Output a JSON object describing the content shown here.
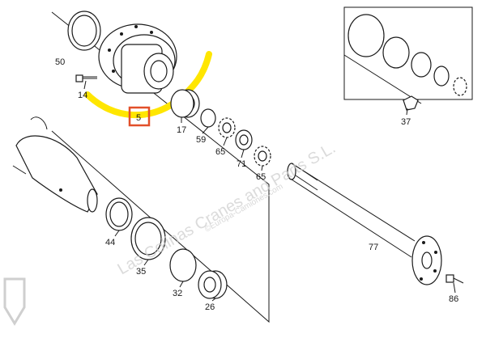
{
  "diagram": {
    "callouts": {
      "p50": "50",
      "p14": "14",
      "p5": "5",
      "p17": "17",
      "p59": "59",
      "p65a": "65",
      "p71": "71",
      "p65b": "65",
      "p37": "37",
      "p44": "44",
      "p35": "35",
      "p32": "32",
      "p26": "26",
      "p77": "77",
      "p86": "86"
    },
    "watermark": {
      "main": "Las Colinas Cranes and Parts S.L.",
      "sub": "©Europa-Camiones.com"
    },
    "colors": {
      "highlight_curve": "#ffe600",
      "highlight_box": "#e2502a",
      "line": "#1a1a1a"
    }
  }
}
